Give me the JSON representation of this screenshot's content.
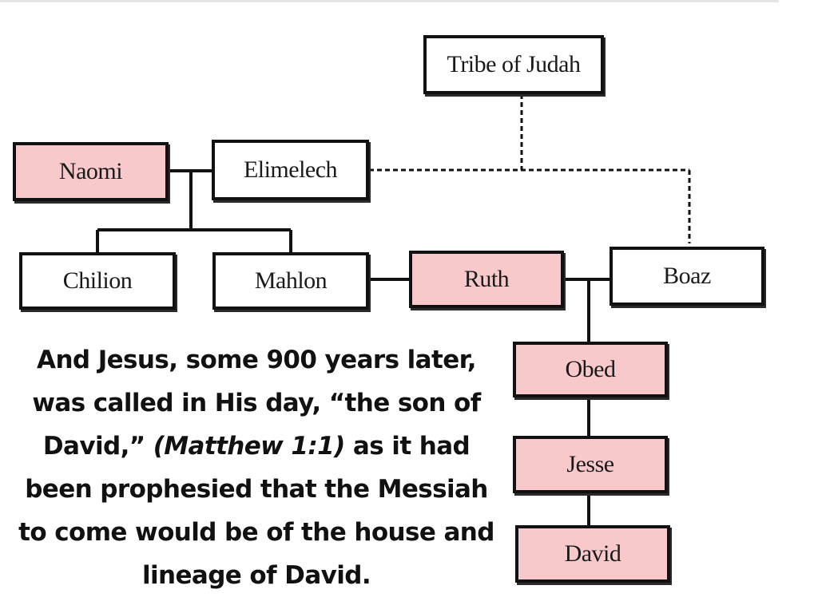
{
  "diagram": {
    "people": {
      "tribe": "Tribe of Judah",
      "naomi": "Naomi",
      "elimelech": "Elimelech",
      "chilion": "Chilion",
      "mahlon": "Mahlon",
      "ruth": "Ruth",
      "boaz": "Boaz",
      "obed": "Obed",
      "jesse": "Jesse",
      "david": "David"
    },
    "highlight_color": "#f8c9cb",
    "border_color": "#111111"
  },
  "caption": {
    "part1": "And Jesus, some 900 years later, was called in His day, “the son of David,” ",
    "reference": "(Matthew 1:1)",
    "part2": " as it had been prophesied that the Messiah to come would be of the house and lineage of David."
  }
}
